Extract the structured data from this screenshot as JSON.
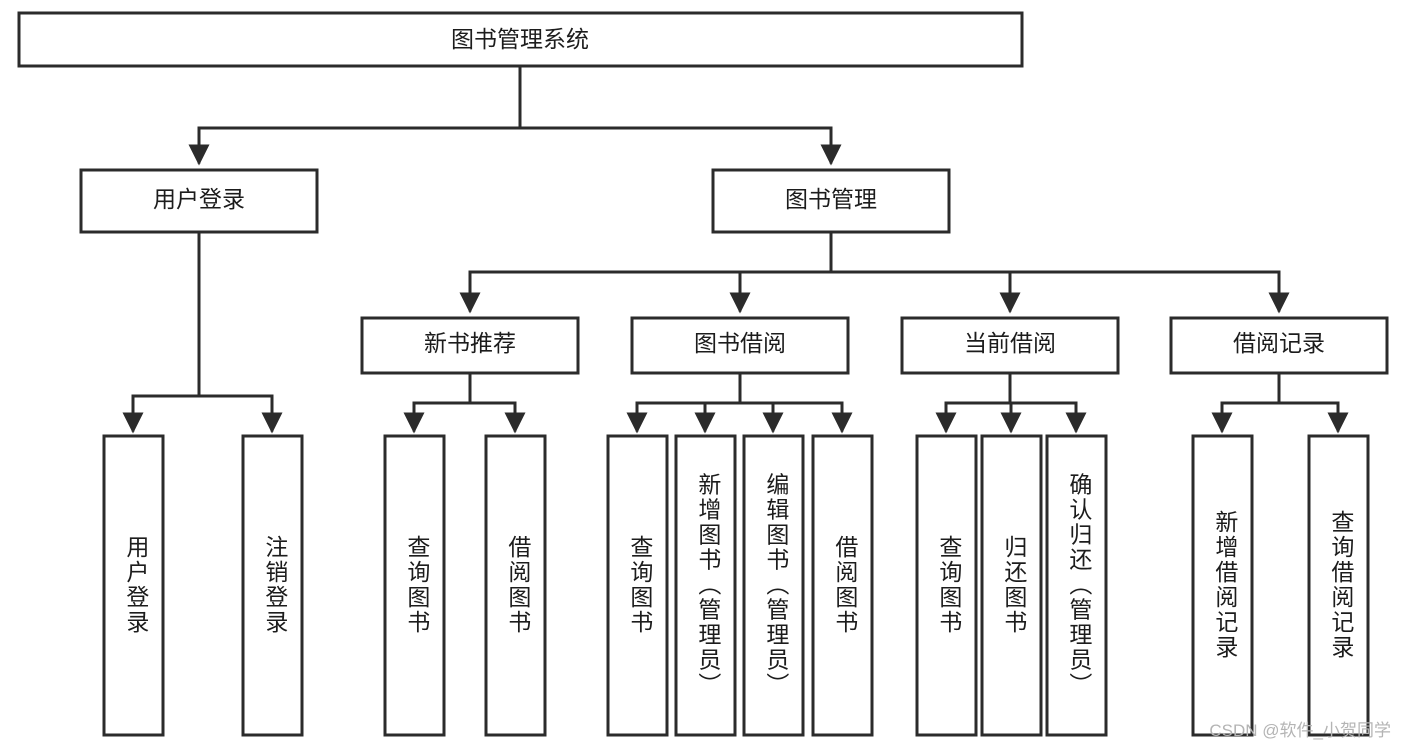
{
  "diagram": {
    "type": "tree",
    "title": "图书管理系统",
    "watermark": "CSDN @软件_小贺同学",
    "nodes": {
      "root": {
        "label": "图书管理系统"
      },
      "l1": [
        {
          "id": "user-login",
          "label": "用户登录"
        },
        {
          "id": "book-manage",
          "label": "图书管理"
        }
      ],
      "l2": [
        {
          "id": "new-book-rec",
          "label": "新书推荐",
          "parent": "book-manage"
        },
        {
          "id": "book-borrow",
          "label": "图书借阅",
          "parent": "book-manage"
        },
        {
          "id": "current-borrow",
          "label": "当前借阅",
          "parent": "book-manage"
        },
        {
          "id": "borrow-record",
          "label": "借阅记录",
          "parent": "book-manage"
        }
      ],
      "leaves": [
        {
          "id": "leaf-user-login",
          "label": "用户登录",
          "parent": "user-login"
        },
        {
          "id": "leaf-logout",
          "label": "注销登录",
          "parent": "user-login"
        },
        {
          "id": "leaf-query-book-1",
          "label": "查询图书",
          "parent": "new-book-rec"
        },
        {
          "id": "leaf-borrow-book-1",
          "label": "借阅图书",
          "parent": "new-book-rec"
        },
        {
          "id": "leaf-query-book-2",
          "label": "查询图书",
          "parent": "book-borrow"
        },
        {
          "id": "leaf-add-book",
          "label": "新增图书（管理员）",
          "parent": "book-borrow"
        },
        {
          "id": "leaf-edit-book",
          "label": "编辑图书（管理员）",
          "parent": "book-borrow"
        },
        {
          "id": "leaf-borrow-book-2",
          "label": "借阅图书",
          "parent": "book-borrow"
        },
        {
          "id": "leaf-query-book-3",
          "label": "查询图书",
          "parent": "current-borrow"
        },
        {
          "id": "leaf-return-book",
          "label": "归还图书",
          "parent": "current-borrow"
        },
        {
          "id": "leaf-confirm-return",
          "label": "确认归还（管理员）",
          "parent": "current-borrow"
        },
        {
          "id": "leaf-add-record",
          "label": "新增借阅记录",
          "parent": "borrow-record"
        },
        {
          "id": "leaf-query-record",
          "label": "查询借阅记录",
          "parent": "borrow-record"
        }
      ]
    },
    "colors": {
      "stroke": "#2b2b2b",
      "fill": "#ffffff",
      "text": "#1c1c1c",
      "watermark": "#b4b4b4"
    }
  }
}
